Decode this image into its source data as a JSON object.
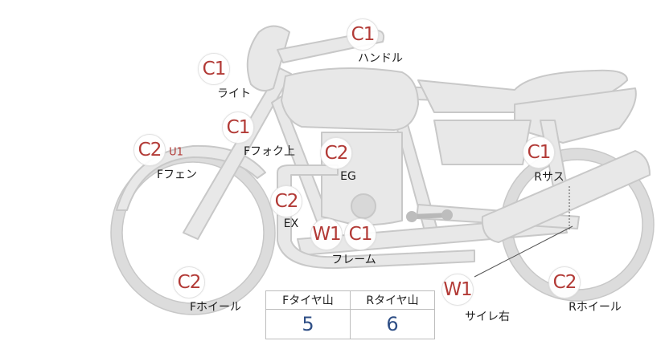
{
  "markers": [
    {
      "part": "ハンドル",
      "grades": [
        "C1"
      ]
    },
    {
      "part": "ライト",
      "grades": [
        "C1"
      ]
    },
    {
      "part": "Fフォク上",
      "grades": [
        "C1"
      ]
    },
    {
      "part": "Fフェン",
      "grades": [
        "C2",
        "U1"
      ]
    },
    {
      "part": "EG",
      "grades": [
        "C2"
      ]
    },
    {
      "part": "EX",
      "grades": [
        "C2"
      ]
    },
    {
      "part": "フレーム",
      "grades": [
        "W1",
        "C1"
      ]
    },
    {
      "part": "Rサス",
      "grades": [
        "C1"
      ]
    },
    {
      "part": "Fホイール",
      "grades": [
        "C2"
      ]
    },
    {
      "part": "サイレ右",
      "grades": [
        "W1"
      ]
    },
    {
      "part": "Rホイール",
      "grades": [
        "C2"
      ]
    }
  ],
  "tread_table": {
    "headers": [
      "Fタイヤ山",
      "Rタイヤ山"
    ],
    "values": [
      "5",
      "6"
    ]
  },
  "colors": {
    "grade_text": "#b23a36",
    "tread_value": "#2f4f86",
    "bike_fill": "#e8e8e8",
    "bike_stroke": "#c8c8c8"
  }
}
